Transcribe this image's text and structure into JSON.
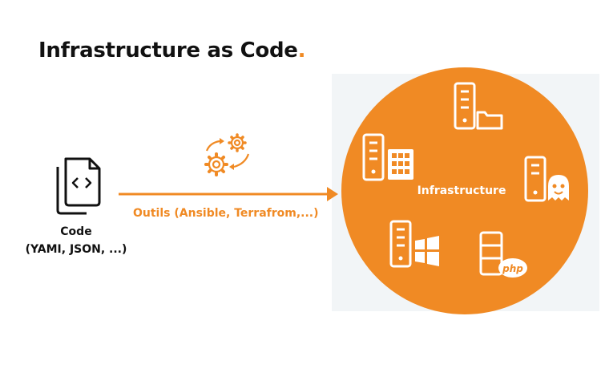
{
  "title": {
    "text": "Infrastructure as Code",
    "dot": "."
  },
  "source": {
    "label_line1": "Code",
    "label_line2": "(YAMI, JSON, ...)",
    "icon": "code-file-icon"
  },
  "arrow": {
    "label": "Outils (Ansible, Terrafrom,...)",
    "icon": "gears-icon"
  },
  "target": {
    "label": "Infrastructure",
    "icons": [
      "server-folder-icon",
      "server-database-icon",
      "server-ghost-icon",
      "server-windows-icon",
      "server-php-icon"
    ],
    "php_text": "php"
  },
  "colors": {
    "accent": "#f08a24",
    "text": "#111111",
    "circle_bg": "#f2f5f7"
  }
}
